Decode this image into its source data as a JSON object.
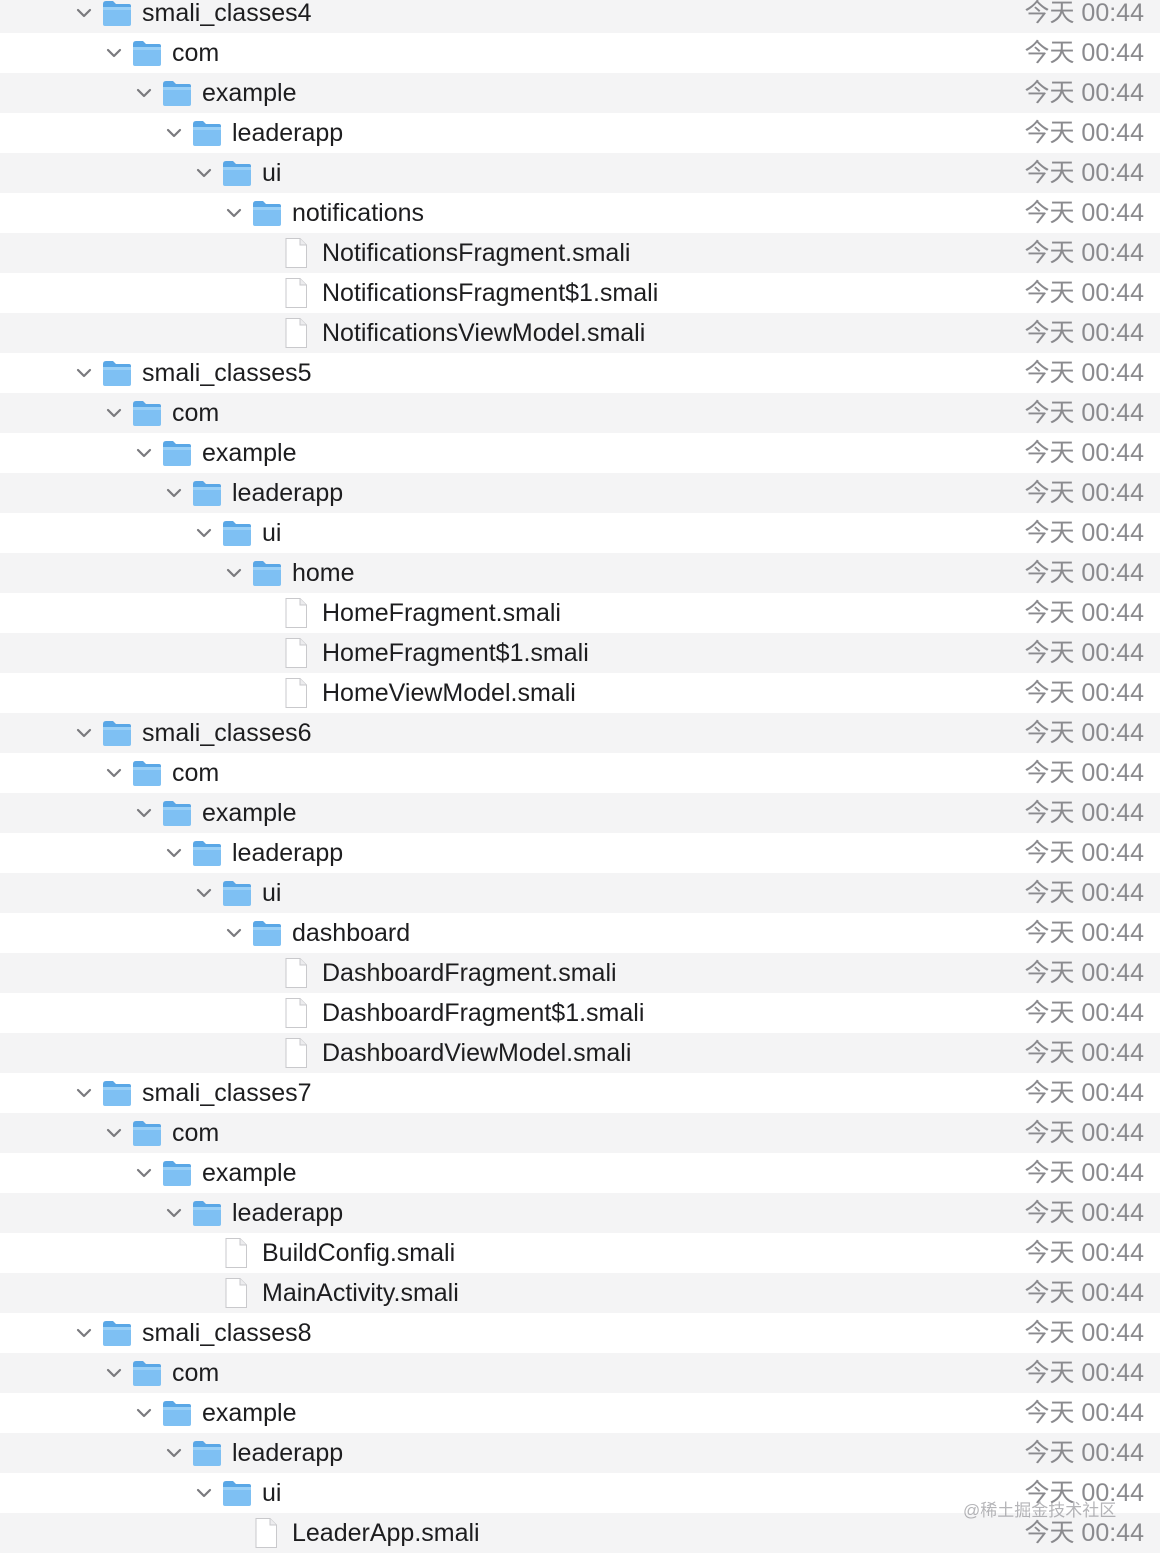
{
  "rows": [
    {
      "name": "smali_classes4",
      "type": "folder",
      "depth": 0,
      "expanded": true,
      "date": "今天 00:44"
    },
    {
      "name": "com",
      "type": "folder",
      "depth": 1,
      "expanded": true,
      "date": "今天 00:44"
    },
    {
      "name": "example",
      "type": "folder",
      "depth": 2,
      "expanded": true,
      "date": "今天 00:44"
    },
    {
      "name": "leaderapp",
      "type": "folder",
      "depth": 3,
      "expanded": true,
      "date": "今天 00:44"
    },
    {
      "name": "ui",
      "type": "folder",
      "depth": 4,
      "expanded": true,
      "date": "今天 00:44"
    },
    {
      "name": "notifications",
      "type": "folder",
      "depth": 5,
      "expanded": true,
      "date": "今天 00:44"
    },
    {
      "name": "NotificationsFragment.smali",
      "type": "file",
      "depth": 6,
      "date": "今天 00:44"
    },
    {
      "name": "NotificationsFragment$1.smali",
      "type": "file",
      "depth": 6,
      "date": "今天 00:44"
    },
    {
      "name": "NotificationsViewModel.smali",
      "type": "file",
      "depth": 6,
      "date": "今天 00:44"
    },
    {
      "name": "smali_classes5",
      "type": "folder",
      "depth": 0,
      "expanded": true,
      "date": "今天 00:44"
    },
    {
      "name": "com",
      "type": "folder",
      "depth": 1,
      "expanded": true,
      "date": "今天 00:44"
    },
    {
      "name": "example",
      "type": "folder",
      "depth": 2,
      "expanded": true,
      "date": "今天 00:44"
    },
    {
      "name": "leaderapp",
      "type": "folder",
      "depth": 3,
      "expanded": true,
      "date": "今天 00:44"
    },
    {
      "name": "ui",
      "type": "folder",
      "depth": 4,
      "expanded": true,
      "date": "今天 00:44"
    },
    {
      "name": "home",
      "type": "folder",
      "depth": 5,
      "expanded": true,
      "date": "今天 00:44"
    },
    {
      "name": "HomeFragment.smali",
      "type": "file",
      "depth": 6,
      "date": "今天 00:44"
    },
    {
      "name": "HomeFragment$1.smali",
      "type": "file",
      "depth": 6,
      "date": "今天 00:44"
    },
    {
      "name": "HomeViewModel.smali",
      "type": "file",
      "depth": 6,
      "date": "今天 00:44"
    },
    {
      "name": "smali_classes6",
      "type": "folder",
      "depth": 0,
      "expanded": true,
      "date": "今天 00:44"
    },
    {
      "name": "com",
      "type": "folder",
      "depth": 1,
      "expanded": true,
      "date": "今天 00:44"
    },
    {
      "name": "example",
      "type": "folder",
      "depth": 2,
      "expanded": true,
      "date": "今天 00:44"
    },
    {
      "name": "leaderapp",
      "type": "folder",
      "depth": 3,
      "expanded": true,
      "date": "今天 00:44"
    },
    {
      "name": "ui",
      "type": "folder",
      "depth": 4,
      "expanded": true,
      "date": "今天 00:44"
    },
    {
      "name": "dashboard",
      "type": "folder",
      "depth": 5,
      "expanded": true,
      "date": "今天 00:44"
    },
    {
      "name": "DashboardFragment.smali",
      "type": "file",
      "depth": 6,
      "date": "今天 00:44"
    },
    {
      "name": "DashboardFragment$1.smali",
      "type": "file",
      "depth": 6,
      "date": "今天 00:44"
    },
    {
      "name": "DashboardViewModel.smali",
      "type": "file",
      "depth": 6,
      "date": "今天 00:44"
    },
    {
      "name": "smali_classes7",
      "type": "folder",
      "depth": 0,
      "expanded": true,
      "date": "今天 00:44"
    },
    {
      "name": "com",
      "type": "folder",
      "depth": 1,
      "expanded": true,
      "date": "今天 00:44"
    },
    {
      "name": "example",
      "type": "folder",
      "depth": 2,
      "expanded": true,
      "date": "今天 00:44"
    },
    {
      "name": "leaderapp",
      "type": "folder",
      "depth": 3,
      "expanded": true,
      "date": "今天 00:44"
    },
    {
      "name": "BuildConfig.smali",
      "type": "file",
      "depth": 4,
      "date": "今天 00:44"
    },
    {
      "name": "MainActivity.smali",
      "type": "file",
      "depth": 4,
      "date": "今天 00:44"
    },
    {
      "name": "smali_classes8",
      "type": "folder",
      "depth": 0,
      "expanded": true,
      "date": "今天 00:44"
    },
    {
      "name": "com",
      "type": "folder",
      "depth": 1,
      "expanded": true,
      "date": "今天 00:44"
    },
    {
      "name": "example",
      "type": "folder",
      "depth": 2,
      "expanded": true,
      "date": "今天 00:44"
    },
    {
      "name": "leaderapp",
      "type": "folder",
      "depth": 3,
      "expanded": true,
      "date": "今天 00:44"
    },
    {
      "name": "ui",
      "type": "folder",
      "depth": 4,
      "expanded": true,
      "date": "今天 00:44"
    },
    {
      "name": "LeaderApp.smali",
      "type": "file",
      "depth": 5,
      "date": "今天 00:44"
    }
  ],
  "icons": {
    "folder": "folder-icon",
    "file": "document-icon",
    "disclosure": "chevron-down-icon"
  },
  "colors": {
    "folder_blue": "#6fb6ee",
    "row_alt": "#f4f4f5",
    "name_text": "#1d1d1f",
    "date_text": "#8a8a8e"
  },
  "watermark": "@稀土掘金技术社区"
}
